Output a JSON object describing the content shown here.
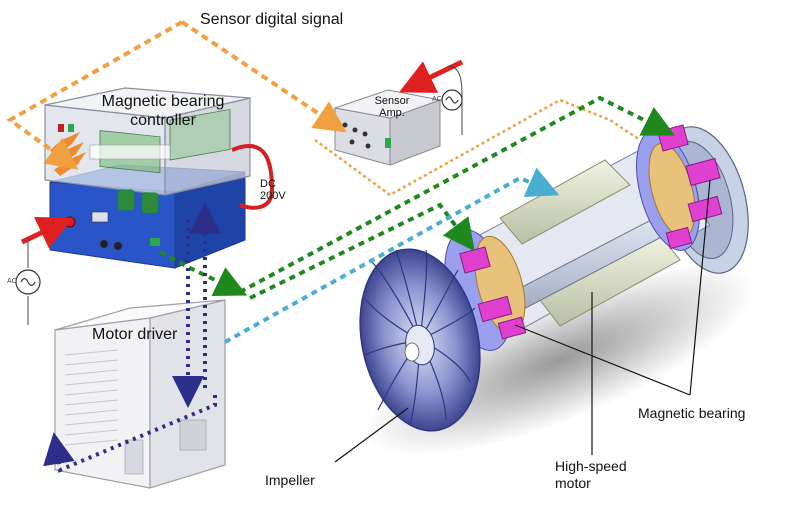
{
  "labels": {
    "sensor_signal": "Sensor digital signal",
    "controller_line1": "Magnetic bearing",
    "controller_line2": "controller",
    "dc_line1": "DC",
    "dc_line2": "200V",
    "sensor_amp_line1": "Sensor",
    "sensor_amp_line2": "Amp.",
    "motor_driver": "Motor driver",
    "magnetic_bearing": "Magnetic bearing",
    "impeller": "Impeller",
    "motor_line1": "High-speed",
    "motor_line2": "motor",
    "ac_left": "AC",
    "ac_right": "AC"
  },
  "colors": {
    "sensor_signal_line": "#f0a040",
    "power_line": "#e02020",
    "bearing_control_line": "#1e8a1e",
    "motor_control_line": "#4aaed0",
    "driver_line": "#2d2d8a",
    "magnet": "#e040d0",
    "bearing_ring": "#8888ee",
    "shaft": "#bfc6d8",
    "impeller": "#5a64b0",
    "controller_case": "#2a55c8"
  }
}
